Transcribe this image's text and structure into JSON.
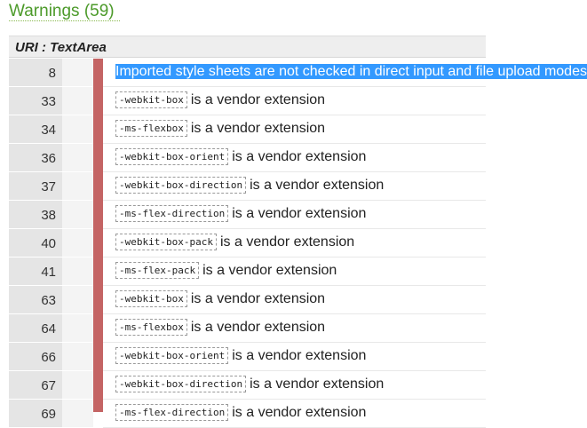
{
  "section": {
    "title": "Warnings (59)",
    "uri_label": "URI : TextArea"
  },
  "rows": [
    {
      "line": "8",
      "text": "Imported style sheets are not checked in direct input and file upload modes",
      "selected": true
    },
    {
      "line": "33",
      "code": "-webkit-box",
      "rest": "is a vendor extension"
    },
    {
      "line": "34",
      "code": "-ms-flexbox",
      "rest": "is a vendor extension"
    },
    {
      "line": "36",
      "code": "-webkit-box-orient",
      "rest": "is a vendor extension"
    },
    {
      "line": "37",
      "code": "-webkit-box-direction",
      "rest": "is a vendor extension"
    },
    {
      "line": "38",
      "code": "-ms-flex-direction",
      "rest": "is a vendor extension"
    },
    {
      "line": "40",
      "code": "-webkit-box-pack",
      "rest": "is a vendor extension"
    },
    {
      "line": "41",
      "code": "-ms-flex-pack",
      "rest": "is a vendor extension"
    },
    {
      "line": "63",
      "code": "-webkit-box",
      "rest": "is a vendor extension"
    },
    {
      "line": "64",
      "code": "-ms-flexbox",
      "rest": "is a vendor extension"
    },
    {
      "line": "66",
      "code": "-webkit-box-orient",
      "rest": "is a vendor extension"
    },
    {
      "line": "67",
      "code": "-webkit-box-direction",
      "rest": "is a vendor extension"
    },
    {
      "line": "69",
      "code": "-ms-flex-direction",
      "rest": "is a vendor extension"
    }
  ],
  "colors": {
    "title": "#4c9a2a",
    "severity_bar": "#c46464",
    "selection": "#3399ff"
  }
}
